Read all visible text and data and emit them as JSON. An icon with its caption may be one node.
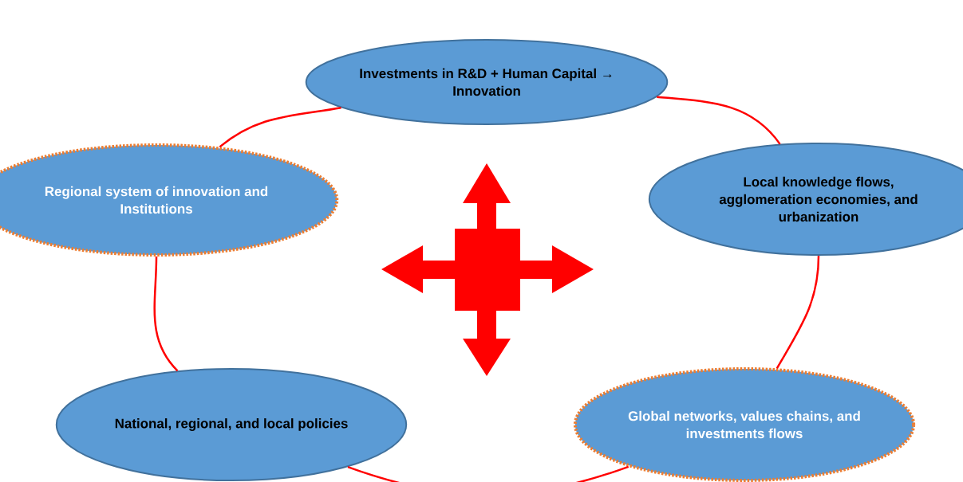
{
  "diagram": {
    "nodes": [
      {
        "text": [
          "Investments in R&D + Human Capital → Innovation"
        ]
      },
      {
        "text": [
          "Local knowledge flows, agglomeration economies, and urbanization"
        ]
      },
      {
        "text": [
          "Global networks, values chains, and investments flows"
        ]
      },
      {
        "text": [
          "National, regional, and local policies"
        ]
      },
      {
        "text": [
          "Regional system of innovation and Institutions"
        ]
      }
    ],
    "edges": [
      {
        "from": 0,
        "to": 1,
        "arrow": "none"
      },
      {
        "from": 1,
        "to": 2,
        "arrow": "none"
      },
      {
        "from": 2,
        "to": 3,
        "arrow": "none"
      },
      {
        "from": 3,
        "to": 4,
        "arrow": "none"
      },
      {
        "from": 4,
        "to": 0,
        "arrow": "none"
      }
    ]
  }
}
